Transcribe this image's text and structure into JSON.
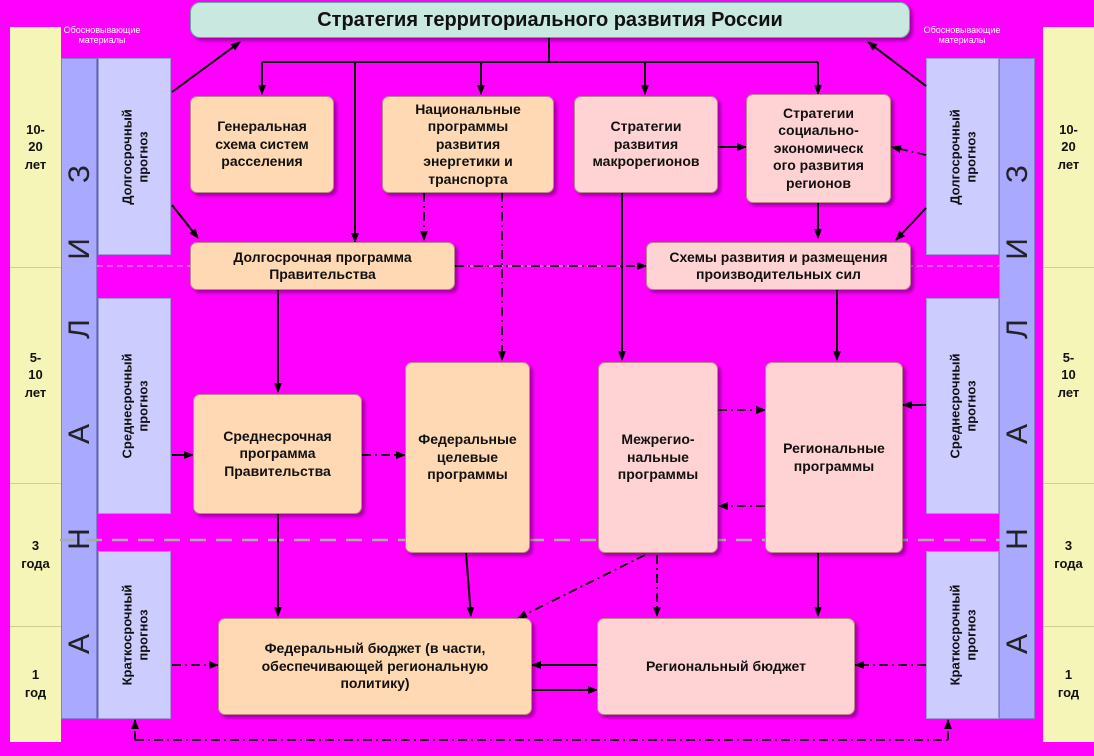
{
  "title": "Стратегия территориального развития России",
  "side_caption": "Обосновывающие\nматериалы",
  "time_periods": [
    "10-\n20\nлет",
    "5-\n10\nлет",
    "3\nгода",
    "1\nгод"
  ],
  "analysis_letters": [
    "А",
    "Н",
    "А",
    "Л",
    "И",
    "З"
  ],
  "forecasts": {
    "long": "Долгосрочный\nпрогноз",
    "medium": "Среднесрочный\nпрогноз",
    "short": "Краткосрочный\nпрогноз"
  },
  "boxes": {
    "settlement": "Генеральная\nсхема систем\nрасселения",
    "national": "Национальные\nпрограммы\nразвития\nэнергетики и\nтранспорта",
    "macro": "Стратегии\nразвития\nмакрорегионов",
    "socio": "Стратегии\nсоциально-\nэкономическ\nого развития\nрегионов",
    "longterm": "Долгосрочная программа\nПравительства",
    "schemes": "Схемы развития и размещения\nпроизводительных сил",
    "midterm": "Среднесрочная\nпрограмма\nПравительства",
    "federal_target": "Федеральные\nцелевые\nпрограммы",
    "interregional": "Межрегио-\nнальные\nпрограммы",
    "regional_prog": "Региональные\nпрограммы",
    "federal_budget": "Федеральный бюджет (в части,\nобеспечивающей региональную\nполитику)",
    "regional_budget": "Региональный бюджет"
  }
}
